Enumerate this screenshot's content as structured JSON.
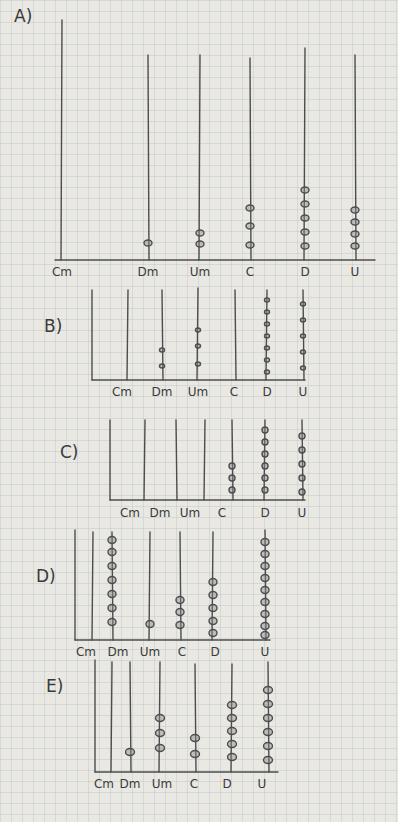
{
  "diagram": {
    "labels": [
      "A)",
      "Cm",
      "Dm",
      "Um",
      "C",
      "D",
      "U",
      "B)",
      "Cm",
      "Dm",
      "Um",
      "C",
      "D",
      "U",
      "C)",
      "Cm",
      "Dm",
      "Um",
      "C",
      "D",
      "U",
      "D)",
      "Cm",
      "Dm",
      "Um",
      "C",
      "D",
      "U",
      "E)",
      "Cm",
      "Dm",
      "Um",
      "C",
      "D",
      "U"
    ]
  }
}
